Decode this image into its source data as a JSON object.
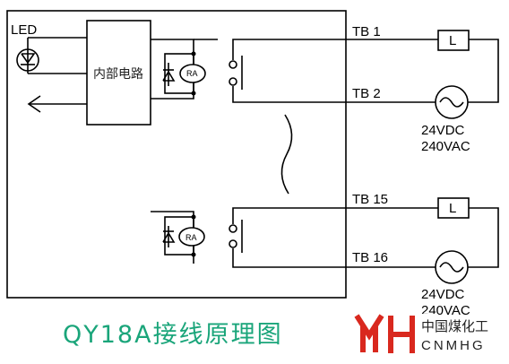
{
  "labels": {
    "led": "LED",
    "internal_circuit": "内部电路",
    "relay_coil_top": "RA",
    "relay_coil_bottom": "RA",
    "load_top": "L",
    "load_bottom": "L",
    "terminal_1": "TB 1",
    "terminal_2": "TB 2",
    "terminal_15": "TB 15",
    "terminal_16": "TB 16",
    "supply_top_line1": "24VDC",
    "supply_top_line2": "240VAC",
    "supply_bottom_line1": "24VDC",
    "supply_bottom_line2": "240VAC"
  },
  "caption": {
    "title": "QY18A接线原理图",
    "color": "#1aa57a"
  },
  "watermark": {
    "chinese": "中国煤化工",
    "english": "CNMHG",
    "logo_color": "#d9281e"
  },
  "colors": {
    "line": "#000000"
  }
}
